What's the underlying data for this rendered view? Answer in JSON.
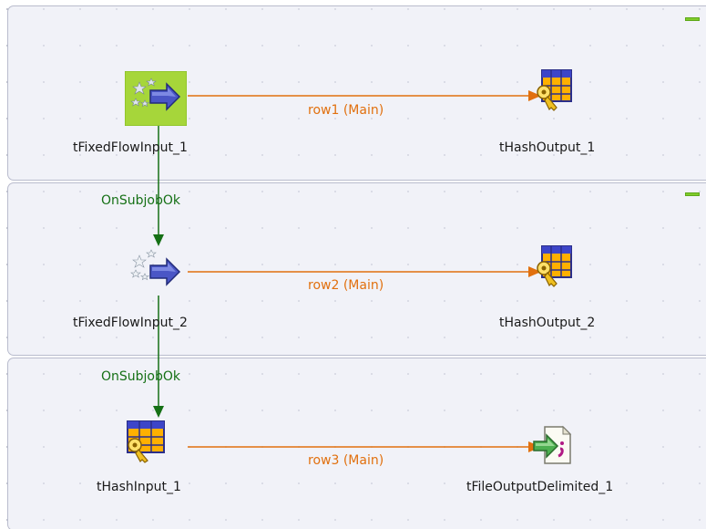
{
  "subjobs": [
    {
      "components": {
        "source": {
          "label": "tFixedFlowInput_1",
          "icon": "fixed-flow-input-icon",
          "selected": true
        },
        "target": {
          "label": "tHashOutput_1",
          "icon": "hash-output-icon"
        }
      },
      "row_link": {
        "label": "row1 (Main)"
      }
    },
    {
      "components": {
        "source": {
          "label": "tFixedFlowInput_2",
          "icon": "fixed-flow-input-icon",
          "selected": false
        },
        "target": {
          "label": "tHashOutput_2",
          "icon": "hash-output-icon"
        }
      },
      "row_link": {
        "label": "row2 (Main)"
      }
    },
    {
      "components": {
        "source": {
          "label": "tHashInput_1",
          "icon": "hash-input-icon"
        },
        "target": {
          "label": "tFileOutputDelimited_1",
          "icon": "file-output-delimited-icon"
        }
      },
      "row_link": {
        "label": "row3 (Main)"
      }
    }
  ],
  "trigger_links": [
    {
      "label": "OnSubjobOk"
    },
    {
      "label": "OnSubjobOk"
    }
  ],
  "colors": {
    "row_link": "#e1700e",
    "trigger_link": "#157015",
    "subjob_background": "#e9eaf4",
    "collapse_toggle": "#7fcb2a",
    "selection_highlight": "#a6d63a"
  }
}
